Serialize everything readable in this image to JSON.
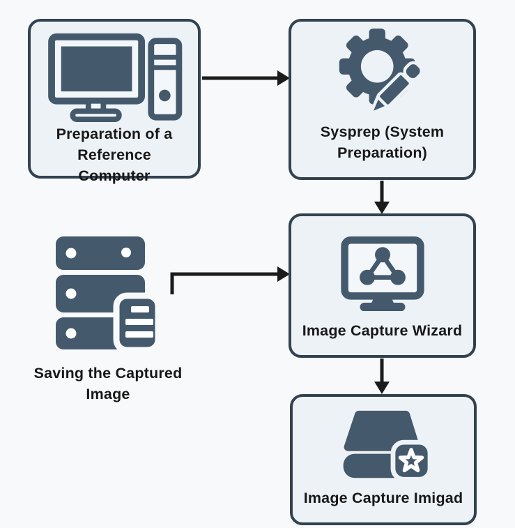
{
  "diagram_type": "flowchart",
  "colors": {
    "background": "#f8f9fa",
    "node_fill": "#edf2f6",
    "node_border": "#334251",
    "icon": "#44596c",
    "arrow": "#1b1b1b",
    "text": "#181818"
  },
  "nodes": [
    {
      "id": "reference-computer",
      "label": "Preparation of a Reference Computer",
      "icon": "desktop-computer-icon",
      "boxed": true
    },
    {
      "id": "sysprep",
      "label": "Sysprep (System Preparation)",
      "icon": "gear-pencil-icon",
      "boxed": true
    },
    {
      "id": "image-capture-wizard",
      "label": "Image Capture Wizard",
      "icon": "monitor-network-icon",
      "boxed": true
    },
    {
      "id": "image-capture-imigad",
      "label": "Image Capture Imigad",
      "icon": "drive-star-icon",
      "boxed": true
    },
    {
      "id": "saving-captured-image",
      "label": "Saving the Captured Image",
      "icon": "server-document-icon",
      "boxed": false
    }
  ],
  "edges": [
    {
      "from": "reference-computer",
      "to": "sysprep",
      "shape": "straight-right"
    },
    {
      "from": "sysprep",
      "to": "image-capture-wizard",
      "shape": "straight-down"
    },
    {
      "from": "saving-captured-image",
      "to": "image-capture-wizard",
      "shape": "elbow-up-right"
    },
    {
      "from": "image-capture-wizard",
      "to": "image-capture-imigad",
      "shape": "straight-down"
    }
  ]
}
